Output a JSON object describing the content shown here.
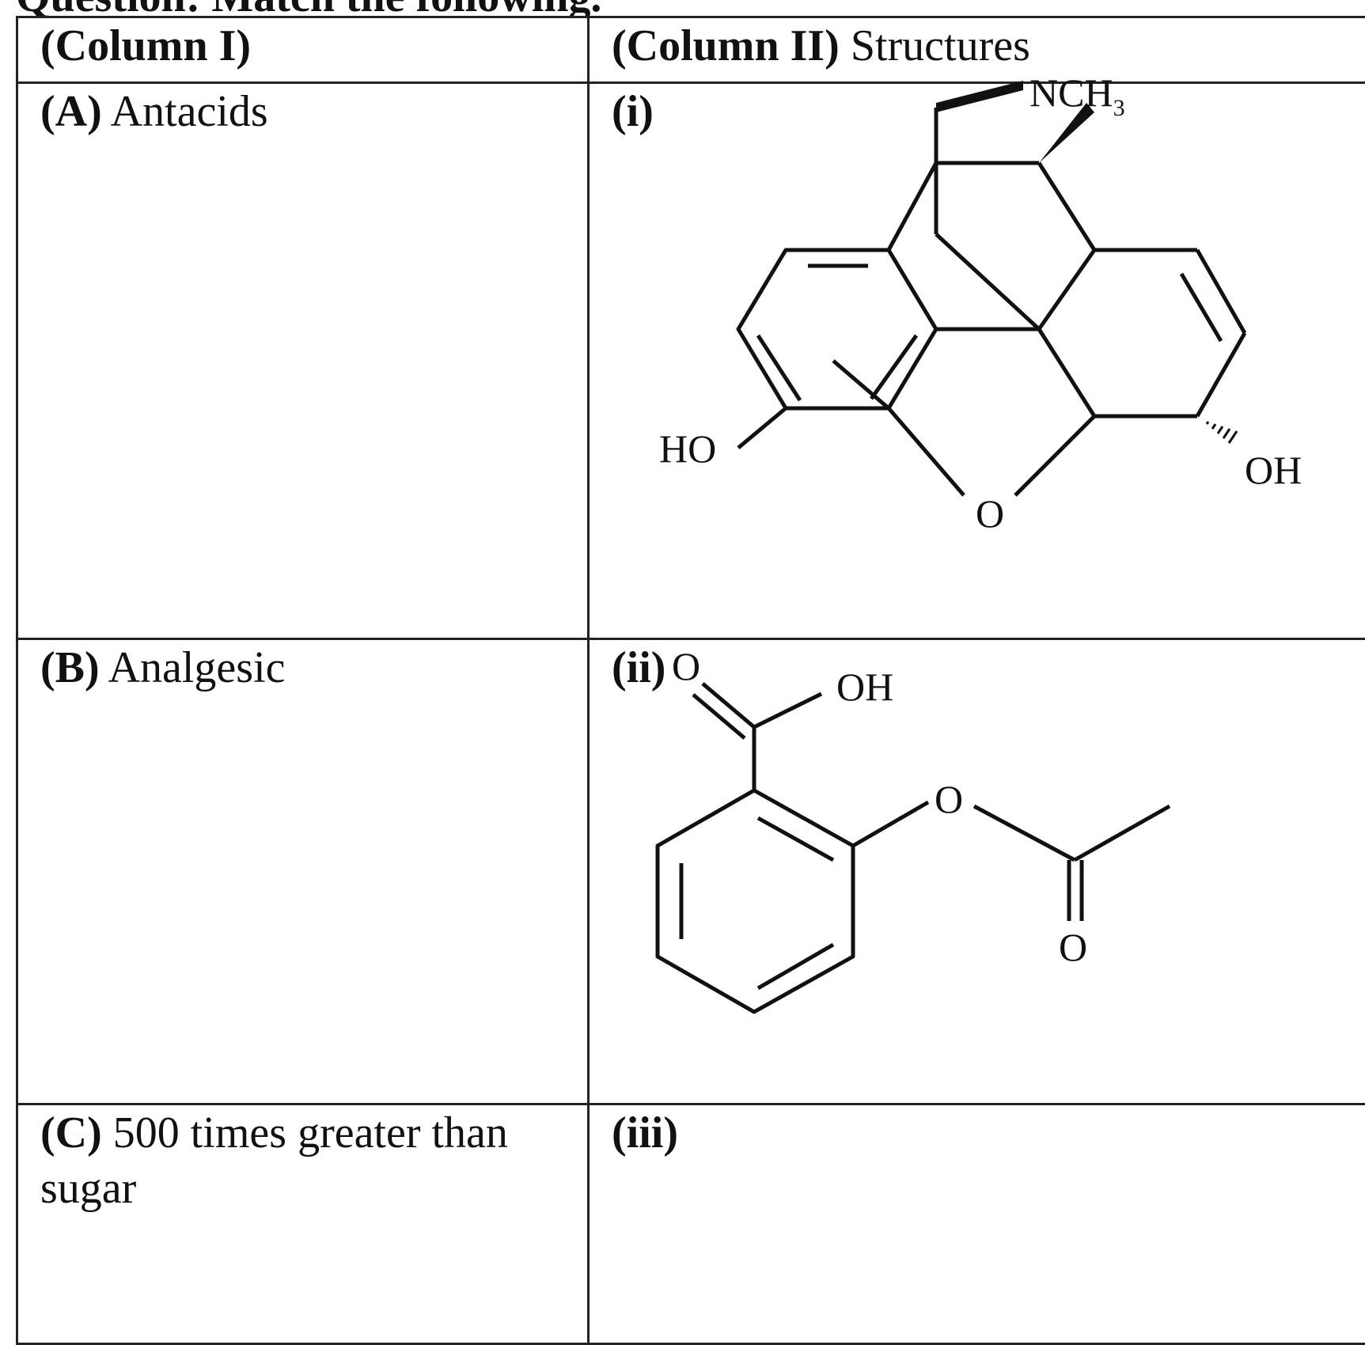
{
  "question_line": "Question: Match the following.",
  "header": {
    "col1": "(Column I)",
    "col2_bold": "(Column II)",
    "col2_rest": " Structures"
  },
  "rows": [
    {
      "key": "(A)",
      "text": " Antacids",
      "numeral": "(i)"
    },
    {
      "key": "(B)",
      "text": " Analgesic",
      "numeral": "(ii)"
    },
    {
      "key": "(C)",
      "text": " 500 times greater than sugar",
      "numeral": "(iii)"
    }
  ],
  "structure_i": {
    "ncho": "NCH",
    "ncho_sub": "3",
    "ho": "HO",
    "o": "O",
    "oh": "OH"
  },
  "structure_ii": {
    "o_top": "O",
    "oh": "OH",
    "o_ester": "O",
    "o_bottom": "O"
  }
}
